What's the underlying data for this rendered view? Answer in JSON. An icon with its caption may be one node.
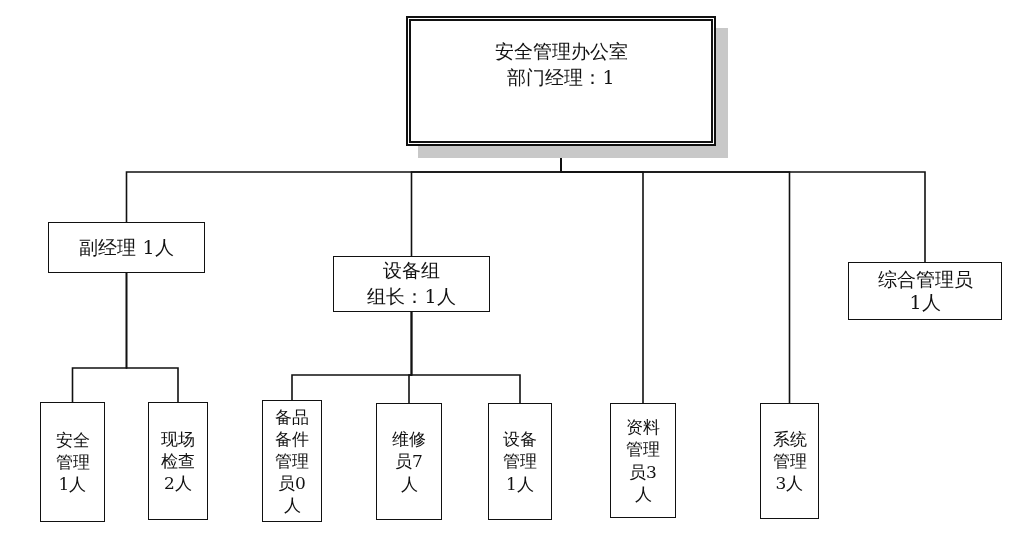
{
  "diagram": {
    "nodes": [
      {
        "text": [
          "安全管理办公室",
          "部门经理：1"
        ]
      },
      {
        "text": [
          "副经理 1人"
        ]
      },
      {
        "text": [
          "设备组",
          "组长：1人"
        ]
      },
      {
        "text": [
          "综合管理员1人"
        ]
      },
      {
        "text": [
          "安全管理1人"
        ]
      },
      {
        "text": [
          "现场检查2人"
        ]
      },
      {
        "text": [
          "备品备件管理员0人"
        ]
      },
      {
        "text": [
          "维修员7人"
        ]
      },
      {
        "text": [
          "设备管理1人"
        ]
      },
      {
        "text": [
          "资料管理员3人"
        ]
      },
      {
        "text": [
          "系统管理3人"
        ]
      }
    ],
    "edges": [
      {
        "from": 0,
        "to": 1,
        "arrow": "none"
      },
      {
        "from": 0,
        "to": 2,
        "arrow": "none"
      },
      {
        "from": 0,
        "to": 9,
        "arrow": "none"
      },
      {
        "from": 0,
        "to": 10,
        "arrow": "none"
      },
      {
        "from": 0,
        "to": 3,
        "arrow": "none"
      },
      {
        "from": 1,
        "to": 4,
        "arrow": "none"
      },
      {
        "from": 1,
        "to": 5,
        "arrow": "none"
      },
      {
        "from": 2,
        "to": 6,
        "arrow": "none"
      },
      {
        "from": 2,
        "to": 7,
        "arrow": "none"
      },
      {
        "from": 2,
        "to": 8,
        "arrow": "none"
      }
    ]
  }
}
